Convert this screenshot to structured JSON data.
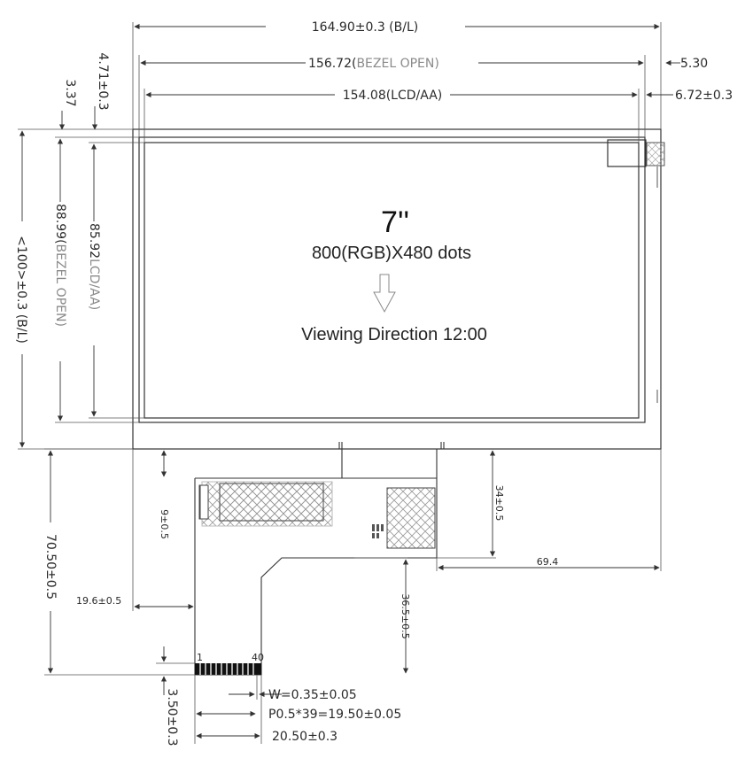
{
  "panel": {
    "size_label": "7''",
    "resolution_label": "800(RGB)X480 dots",
    "viewing_direction_label": "Viewing Direction 12:00"
  },
  "dimensions": {
    "backlight_width": "164.90±0.3 (B/L)",
    "bezel_open_width_value": "156.72(",
    "bezel_open_width_suffix": "BEZEL OPEN)",
    "lcd_aa_width": "154.08(LCD/AA)",
    "right_offset_1": "5.30",
    "right_offset_2": "6.72±0.3",
    "top_offset_1": "4.71±0.3",
    "top_offset_2": "3.37",
    "backlight_height": "<100>±0.3 (B/L)",
    "bezel_open_height_value": "88.99(",
    "bezel_open_height_suffix": "BEZEL OPEN)",
    "lcd_aa_height_value": "85.92",
    "lcd_aa_height_suffix": "LCD/AA)",
    "fpc_total_length": "70.50±0.5",
    "fpc_tab_height": "9±0.5",
    "fpc_left_offset": "19.6±0.5",
    "connector_block_height": "34±0.5",
    "connector_block_offset": "69.4",
    "fpc_tail_length": "36.5±0.5",
    "fpc_end_thickness": "3.50±0.3",
    "pin_width": "W=0.35±0.05",
    "pin_pitch": "P0.5*39=19.50±0.05",
    "fpc_end_width": "20.50±0.3",
    "pin_first": "1",
    "pin_last": "40"
  }
}
